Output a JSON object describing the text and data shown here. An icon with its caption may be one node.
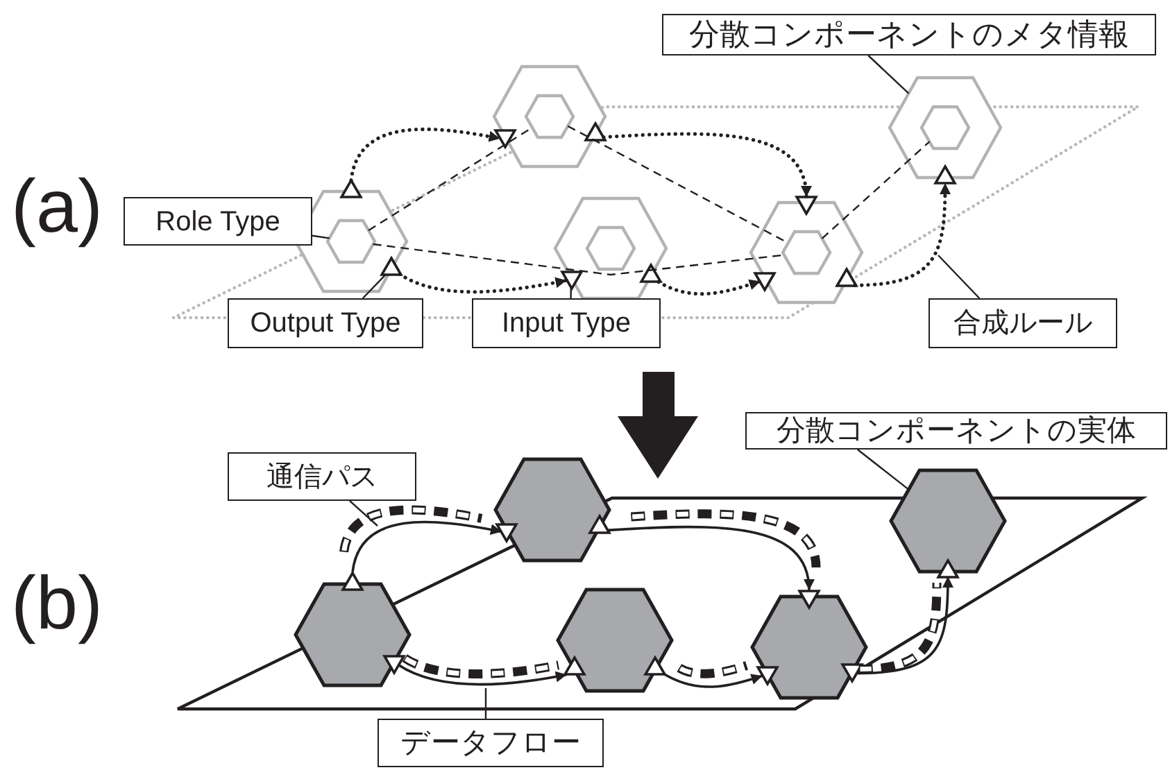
{
  "diagram": {
    "nodes": [
      {
        "text": [
          "分散コンポーネントのメタ情報"
        ]
      },
      {
        "text": [],
        "shape": "hexagon"
      },
      {
        "text": [],
        "shape": "hexagon",
        "in": 1
      },
      {
        "text": [],
        "shape": "hexagon"
      },
      {
        "text": [],
        "shape": "hexagon",
        "in": 3
      },
      {
        "text": [
          "Role Type"
        ]
      },
      {
        "text": [],
        "shape": "hexagon"
      },
      {
        "text": [],
        "shape": "hexagon",
        "in": 6
      },
      {
        "text": [],
        "shape": "hexagon"
      },
      {
        "text": [],
        "shape": "hexagon",
        "in": 8
      },
      {
        "text": [],
        "shape": "hexagon"
      },
      {
        "text": [],
        "shape": "hexagon",
        "in": 10
      },
      {
        "text": [],
        "shape": "triangle",
        "in": 6
      },
      {
        "text": [],
        "shape": "triangle",
        "in": 8
      },
      {
        "text": [
          "Output Type"
        ]
      },
      {
        "text": [
          "Input Type"
        ]
      },
      {
        "text": [
          "合成ルール"
        ]
      },
      {
        "text": [
          "分散コンポーネントの実体"
        ]
      },
      {
        "text": [
          "通信パス"
        ]
      },
      {
        "text": [],
        "shape": "hexagon"
      },
      {
        "text": [],
        "shape": "hexagon"
      },
      {
        "text": [],
        "shape": "hexagon"
      },
      {
        "text": [],
        "shape": "hexagon"
      },
      {
        "text": [],
        "shape": "hexagon"
      },
      {
        "text": [
          "データフロー"
        ]
      },
      {
        "text": [],
        "shape": "triangle",
        "in": 6
      },
      {
        "text": [],
        "shape": "triangle",
        "in": 1
      },
      {
        "text": [],
        "shape": "triangle",
        "in": 1
      },
      {
        "text": [],
        "shape": "triangle",
        "in": 10
      },
      {
        "text": [],
        "shape": "triangle",
        "in": 8
      },
      {
        "text": [],
        "shape": "triangle",
        "in": 10
      },
      {
        "text": [],
        "shape": "triangle",
        "in": 10
      },
      {
        "text": [],
        "shape": "triangle",
        "in": 3
      },
      {
        "text": [],
        "shape": "triangle",
        "in": 21
      },
      {
        "text": [],
        "shape": "triangle",
        "in": 19
      },
      {
        "text": [],
        "shape": "triangle",
        "in": 19
      },
      {
        "text": [],
        "shape": "triangle",
        "in": 23
      },
      {
        "text": [],
        "shape": "triangle",
        "in": 21
      },
      {
        "text": [],
        "shape": "triangle",
        "in": 22
      },
      {
        "text": [],
        "shape": "triangle",
        "in": 22
      },
      {
        "text": [],
        "shape": "triangle",
        "in": 23
      },
      {
        "text": [],
        "shape": "triangle",
        "in": 23
      },
      {
        "text": [],
        "shape": "triangle",
        "in": 20
      }
    ],
    "edges": [
      {
        "from": 7,
        "to": 2,
        "arrow": "none",
        "style": "dashed"
      },
      {
        "from": 2,
        "to": 11,
        "arrow": "none",
        "style": "dashed"
      },
      {
        "from": 7,
        "to": 11,
        "arrow": "none",
        "style": "dashed"
      },
      {
        "from": 11,
        "to": 4,
        "arrow": "none",
        "style": "dashed"
      },
      {
        "from": 25,
        "to": 26,
        "arrow": "to",
        "style": "dashed"
      },
      {
        "from": 27,
        "to": 28,
        "arrow": "to",
        "style": "dashed"
      },
      {
        "from": 12,
        "to": 13,
        "arrow": "to",
        "style": "dashed"
      },
      {
        "from": 29,
        "to": 30,
        "arrow": "to",
        "style": "dashed"
      },
      {
        "from": 31,
        "to": 32,
        "arrow": "to",
        "style": "dashed"
      },
      {
        "from": 0,
        "to": 3,
        "arrow": "none"
      },
      {
        "from": 5,
        "to": 7,
        "arrow": "none"
      },
      {
        "from": 14,
        "to": 12,
        "arrow": "none"
      },
      {
        "from": 15,
        "to": 13,
        "arrow": "none"
      },
      {
        "from": 16,
        "to": null,
        "arrow": "none"
      },
      {
        "from": 33,
        "to": 34,
        "arrow": "to"
      },
      {
        "from": 35,
        "to": 36,
        "arrow": "to"
      },
      {
        "from": 37,
        "to": 38,
        "arrow": "to"
      },
      {
        "from": 39,
        "to": 40,
        "arrow": "to"
      },
      {
        "from": 41,
        "to": 42,
        "arrow": "to"
      },
      {
        "from": 17,
        "to": 20,
        "arrow": "none"
      },
      {
        "from": 18,
        "to": null,
        "arrow": "none"
      },
      {
        "from": 24,
        "to": null,
        "arrow": "none"
      }
    ],
    "labels": [
      "(a)",
      "(b)"
    ]
  }
}
